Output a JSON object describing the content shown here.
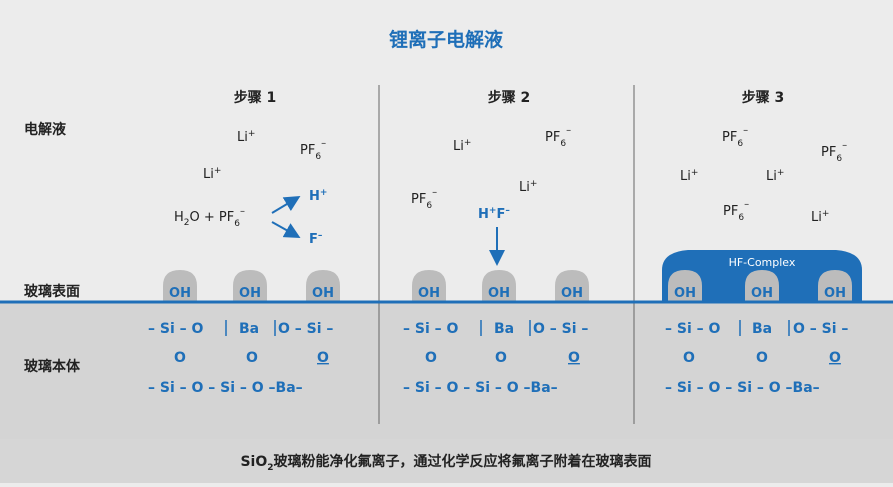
{
  "title": "锂离子电解液",
  "row_labels": {
    "electrolyte": "电解液",
    "glass_surface": "玻璃表面",
    "glass_body": "玻璃本体"
  },
  "steps": [
    "步骤 1",
    "步骤 2",
    "步骤 3"
  ],
  "ions": {
    "li": "Li",
    "plus": "+",
    "pf": "PF",
    "six": "6",
    "minus": "–",
    "h2o": "H",
    "h2o_sub": "2",
    "h2o_o": "O + PF",
    "h": "H",
    "f": "F",
    "hf_complex": "HF-Complex"
  },
  "surface": {
    "oh": "OH"
  },
  "lattice": {
    "row1": [
      "– Si – O",
      "Ba",
      "O – Si –"
    ],
    "row2_o": "O",
    "row3": [
      "– Si – O – Si – O –Ba–"
    ]
  },
  "caption": {
    "pre": "SiO",
    "sub": "2",
    "post": "玻璃粉能净化氟离子，通过化学反应将氟离子附着在玻璃表面"
  },
  "colors": {
    "accent": "#1f6fb8",
    "bump": "#bcbcbc",
    "body": "#d4d4d4",
    "caption_bar": "#d6d6d6",
    "background": "#ececec"
  }
}
